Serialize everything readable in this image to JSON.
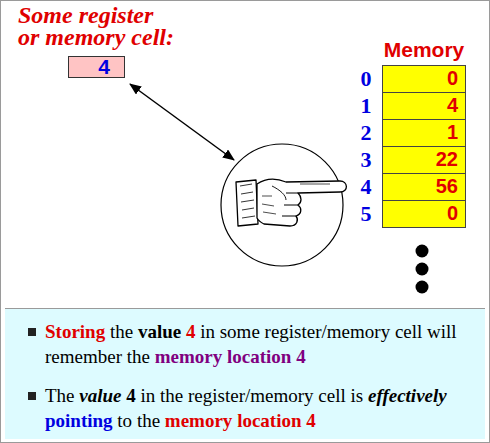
{
  "diagram": {
    "nodes": [
      {
        "text": [
          "Some register or memory cell:",
          "4"
        ]
      },
      {
        "text": [
          "Memory"
        ]
      },
      {
        "text": [
          "0"
        ],
        "in": 1
      },
      {
        "text": [
          "4"
        ],
        "in": 1
      },
      {
        "text": [
          "1"
        ],
        "in": 1
      },
      {
        "text": [
          "22"
        ],
        "in": 1
      },
      {
        "text": [
          "56"
        ],
        "in": 1
      },
      {
        "text": [
          "0"
        ],
        "in": 1
      },
      {
        "text": [
          "Storing the value 4 in some register/memory cell will remember the memory location 4",
          "The value 4 in the register/memory cell is effectively pointing to the memory location 4"
        ]
      }
    ],
    "labels": [
      "0",
      "1",
      "2",
      "3",
      "4",
      "5"
    ]
  }
}
